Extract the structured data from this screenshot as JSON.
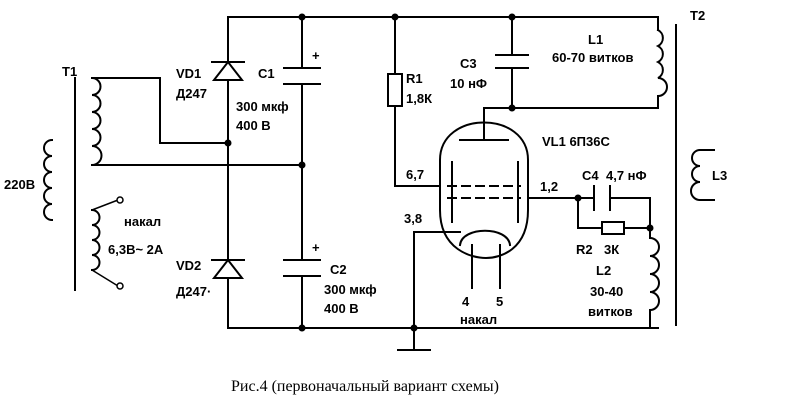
{
  "labels": {
    "t1": "T1",
    "mains": "220В",
    "vd1": "VD1",
    "vd1_part": "Д247",
    "c1": "C1",
    "c1_val1": "300 мкф",
    "c1_val2": "400 В",
    "filament_title": "накал",
    "filament_spec": "6,3В~ 2А",
    "vd2": "VD2",
    "vd2_part": "Д247·",
    "c2": "C2",
    "c2_val1": "300 мкф",
    "c2_val2": "400 В",
    "r1": "R1",
    "r1_val": "1,8К",
    "c3": "C3",
    "c3_val": "10 нФ",
    "l1": "L1",
    "l1_turns": "60-70 витков",
    "t2": "T2",
    "vl1": "VL1 6П36С",
    "pin_67": "6,7",
    "pin_12": "1,2",
    "pin_38": "3,8",
    "pin_4": "4",
    "pin_5": "5",
    "tube_filament": "накал",
    "c4": "C4",
    "c4_val": "4,7 нФ",
    "l3": "L3",
    "r2": "R2",
    "r2_val": "3К",
    "l2": "L2",
    "l2_val1": "30-40",
    "l2_val2": "витков",
    "plus": "+"
  },
  "caption": "Рис.4 (первоначальный вариант  схемы)"
}
